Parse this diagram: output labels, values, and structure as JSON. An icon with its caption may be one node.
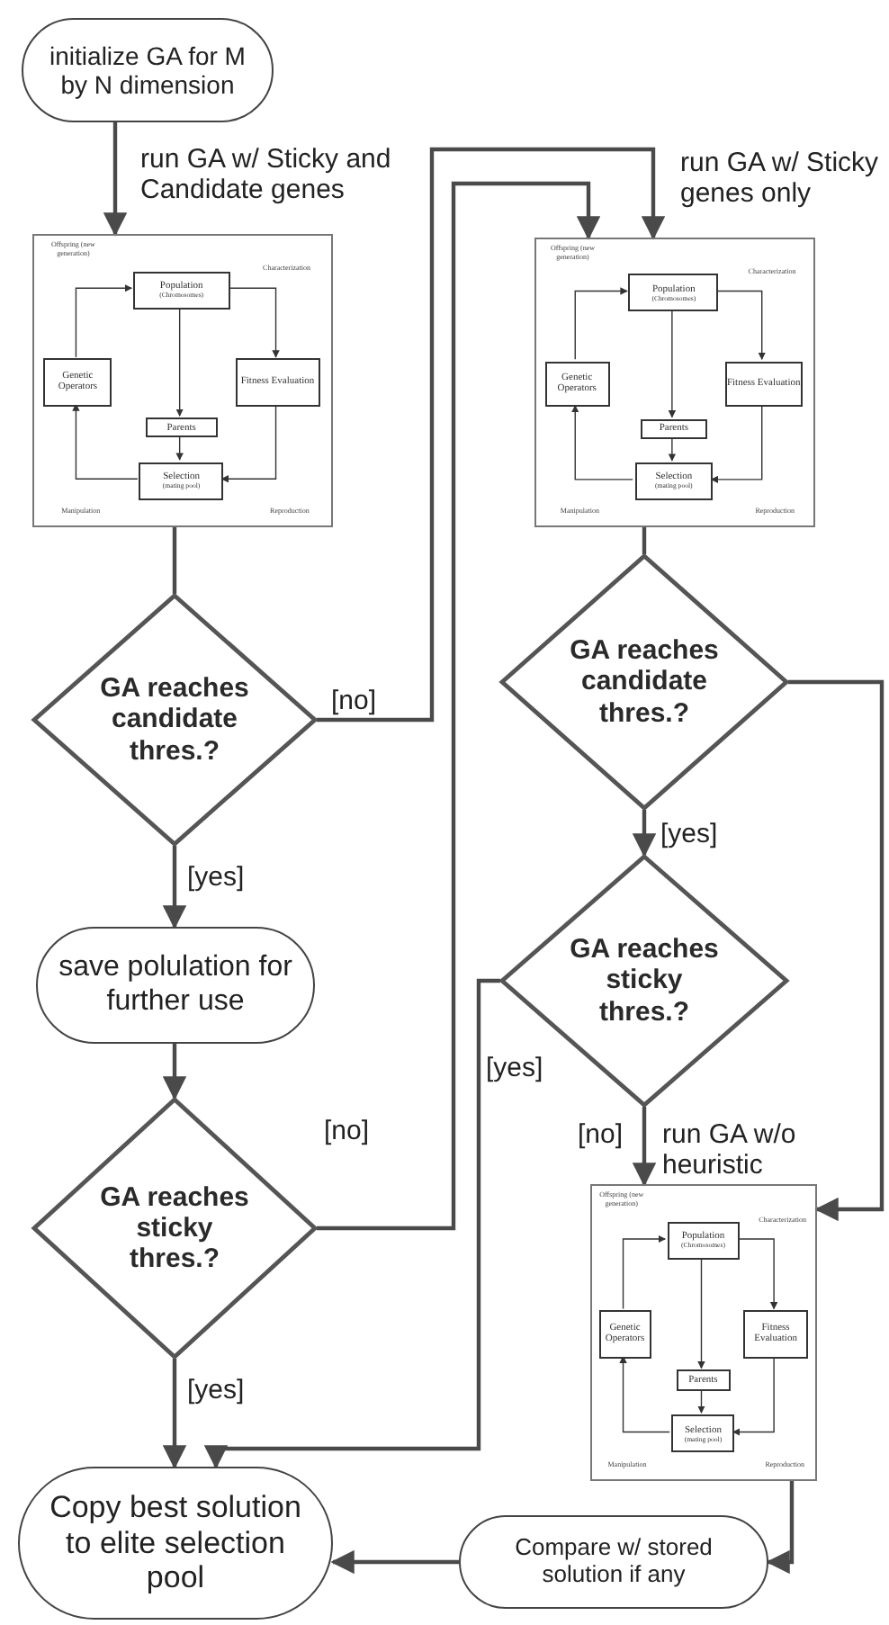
{
  "diagram": {
    "nodes": [
      {
        "text": [
          "initialize GA for M by N dimension"
        ]
      },
      {
        "text": [
          "Offspring (new generation)",
          "Characterization",
          "Manipulation",
          "Reproduction"
        ]
      },
      {
        "text": [
          "Population",
          "(Chromosomes)"
        ],
        "in": 1
      },
      {
        "text": [
          "Genetic Operators"
        ],
        "in": 1
      },
      {
        "text": [
          "Fitness Evaluation"
        ],
        "in": 1
      },
      {
        "text": [
          "Parents"
        ],
        "in": 1
      },
      {
        "text": [
          "Selection",
          "(mating pool)"
        ],
        "in": 1
      },
      {
        "text": [
          "Offspring (new generation)",
          "Characterization",
          "Manipulation",
          "Reproduction"
        ]
      },
      {
        "text": [
          "Population",
          "(Chromosomes)"
        ],
        "in": 7
      },
      {
        "text": [
          "Genetic Operators"
        ],
        "in": 7
      },
      {
        "text": [
          "Fitness Evaluation"
        ],
        "in": 7
      },
      {
        "text": [
          "Parents"
        ],
        "in": 7
      },
      {
        "text": [
          "Selection",
          "(mating pool)"
        ],
        "in": 7
      },
      {
        "text": [
          "GA reaches candidate thres.?"
        ]
      },
      {
        "text": [
          "GA reaches candidate thres.?"
        ]
      },
      {
        "text": [
          "save polulation for further use"
        ]
      },
      {
        "text": [
          "GA reaches sticky thres.?"
        ]
      },
      {
        "text": [
          "GA reaches sticky thres.?"
        ]
      },
      {
        "text": [
          "Offspring (new generation)",
          "Characterization",
          "Manipulation",
          "Reproduction"
        ]
      },
      {
        "text": [
          "Population",
          "(Chromosomes)"
        ],
        "in": 18
      },
      {
        "text": [
          "Genetic Operators"
        ],
        "in": 18
      },
      {
        "text": [
          "Fitness Evaluation"
        ],
        "in": 18
      },
      {
        "text": [
          "Parents"
        ],
        "in": 18
      },
      {
        "text": [
          "Selection",
          "(mating pool)"
        ],
        "in": 18
      },
      {
        "text": [
          "Copy best solution to elite selection pool"
        ]
      },
      {
        "text": [
          "Compare w/ stored solution if any"
        ]
      }
    ],
    "edges": [
      {
        "from": 0,
        "to": 1,
        "arrow": "to",
        "label": "run GA w/ Sticky and Candidate genes",
        "style": "thick"
      },
      {
        "from": 1,
        "to": 13,
        "arrow": "none",
        "style": "thick"
      },
      {
        "from": 13,
        "to": 7,
        "arrow": "to",
        "label": "[no]",
        "style": "thick"
      },
      {
        "from": 13,
        "to": 15,
        "arrow": "to",
        "label": "[yes]",
        "style": "thick"
      },
      {
        "from": 15,
        "to": 17,
        "arrow": "to",
        "style": "thick"
      },
      {
        "from": 17,
        "to": 7,
        "arrow": "to",
        "label": "[no]",
        "style": "thick"
      },
      {
        "from": 17,
        "to": 24,
        "arrow": "to",
        "label": "[yes]",
        "style": "thick"
      },
      {
        "from": 7,
        "to": 14,
        "arrow": "none",
        "style": "thick"
      },
      {
        "from": 14,
        "to": 16,
        "arrow": "to",
        "label": "[yes]",
        "style": "thick"
      },
      {
        "from": 14,
        "to": 18,
        "arrow": "to",
        "style": "thick"
      },
      {
        "from": 16,
        "to": 24,
        "arrow": "to",
        "label": "[yes]",
        "style": "thick"
      },
      {
        "from": 16,
        "to": 18,
        "arrow": "to",
        "label": "[no]",
        "style": "thick"
      },
      {
        "from": 18,
        "to": 25,
        "arrow": "to",
        "style": "thick"
      },
      {
        "from": 25,
        "to": 24,
        "arrow": "to",
        "style": "thick"
      },
      {
        "from": 2,
        "to": 4,
        "arrow": "to"
      },
      {
        "from": 4,
        "to": 6,
        "arrow": "to"
      },
      {
        "from": 6,
        "to": 3,
        "arrow": "to"
      },
      {
        "from": 3,
        "to": 2,
        "arrow": "to"
      },
      {
        "from": 2,
        "to": 5,
        "arrow": "to"
      },
      {
        "from": 5,
        "to": 6,
        "arrow": "to"
      },
      {
        "from": 8,
        "to": 10,
        "arrow": "to"
      },
      {
        "from": 10,
        "to": 12,
        "arrow": "to"
      },
      {
        "from": 12,
        "to": 9,
        "arrow": "to"
      },
      {
        "from": 9,
        "to": 8,
        "arrow": "to"
      },
      {
        "from": 8,
        "to": 11,
        "arrow": "to"
      },
      {
        "from": 11,
        "to": 12,
        "arrow": "to"
      },
      {
        "from": 19,
        "to": 21,
        "arrow": "to"
      },
      {
        "from": 21,
        "to": 23,
        "arrow": "to"
      },
      {
        "from": 23,
        "to": 20,
        "arrow": "to"
      },
      {
        "from": 20,
        "to": 19,
        "arrow": "to"
      },
      {
        "from": 19,
        "to": 22,
        "arrow": "to"
      },
      {
        "from": 22,
        "to": 23,
        "arrow": "to"
      }
    ],
    "labels": [
      "run GA w/ Sticky genes only",
      "run GA w/o heuristic"
    ]
  }
}
